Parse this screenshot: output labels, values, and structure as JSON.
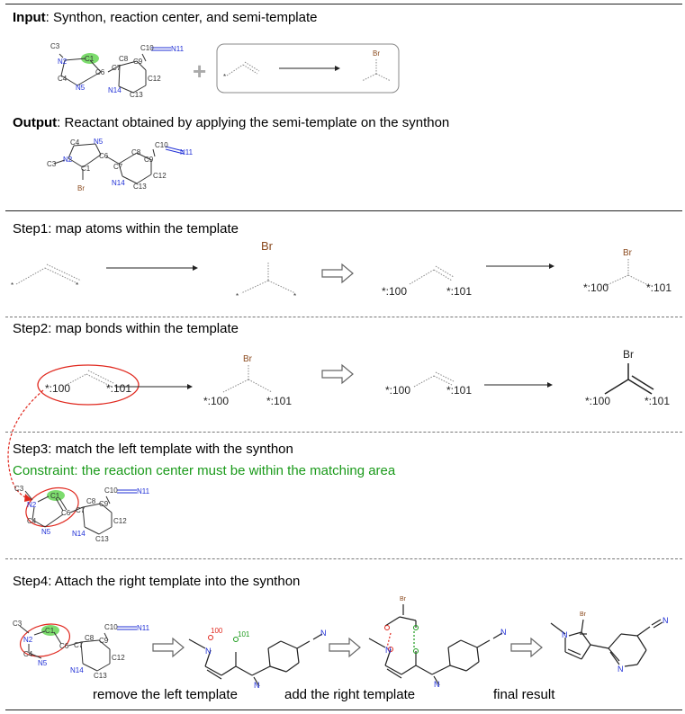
{
  "input": {
    "heading_bold": "Input",
    "heading_rest": ": Synthon, reaction center, and semi-template",
    "plus": "+",
    "template_br": "Br",
    "template_star": "*"
  },
  "output": {
    "heading_bold": "Output",
    "heading_rest": ": Reactant obtained by applying the semi-template on the synthon"
  },
  "atoms": {
    "C1": "C1",
    "N2": "N2",
    "C3": "C3",
    "C4": "C4",
    "N5": "N5",
    "C6": "C6",
    "C7": "C7",
    "C8": "C8",
    "C9": "C9",
    "C10": "C10",
    "N11": "N11",
    "C12": "C12",
    "C13": "C13",
    "N14": "N14",
    "Br": "Br"
  },
  "step1": {
    "title": "Step1: map atoms within the template",
    "star": "*",
    "map100": "*:100",
    "map101": "*:101",
    "br": "Br"
  },
  "step2": {
    "title": "Step2: map bonds within the template",
    "map100": "*:100",
    "map101": "*:101",
    "br": "Br"
  },
  "step3": {
    "title": "Step3: match the left template with the synthon",
    "constraint": "Constraint: the reaction center must be within the matching area"
  },
  "step4": {
    "title": "Step4: Attach the right template into the synthon",
    "n100": "100",
    "n101": "101",
    "N": "N",
    "Br": "Br",
    "caption1": "remove the left template",
    "caption2": "add the right template",
    "caption3": "final result"
  },
  "colors": {
    "highlight_green": "#7ddc6e",
    "red_oval": "#e0281e",
    "atom_blue": "#1f2fd6",
    "bromine_brown": "#8b4a1e",
    "constraint_green": "#1a9a1a"
  }
}
